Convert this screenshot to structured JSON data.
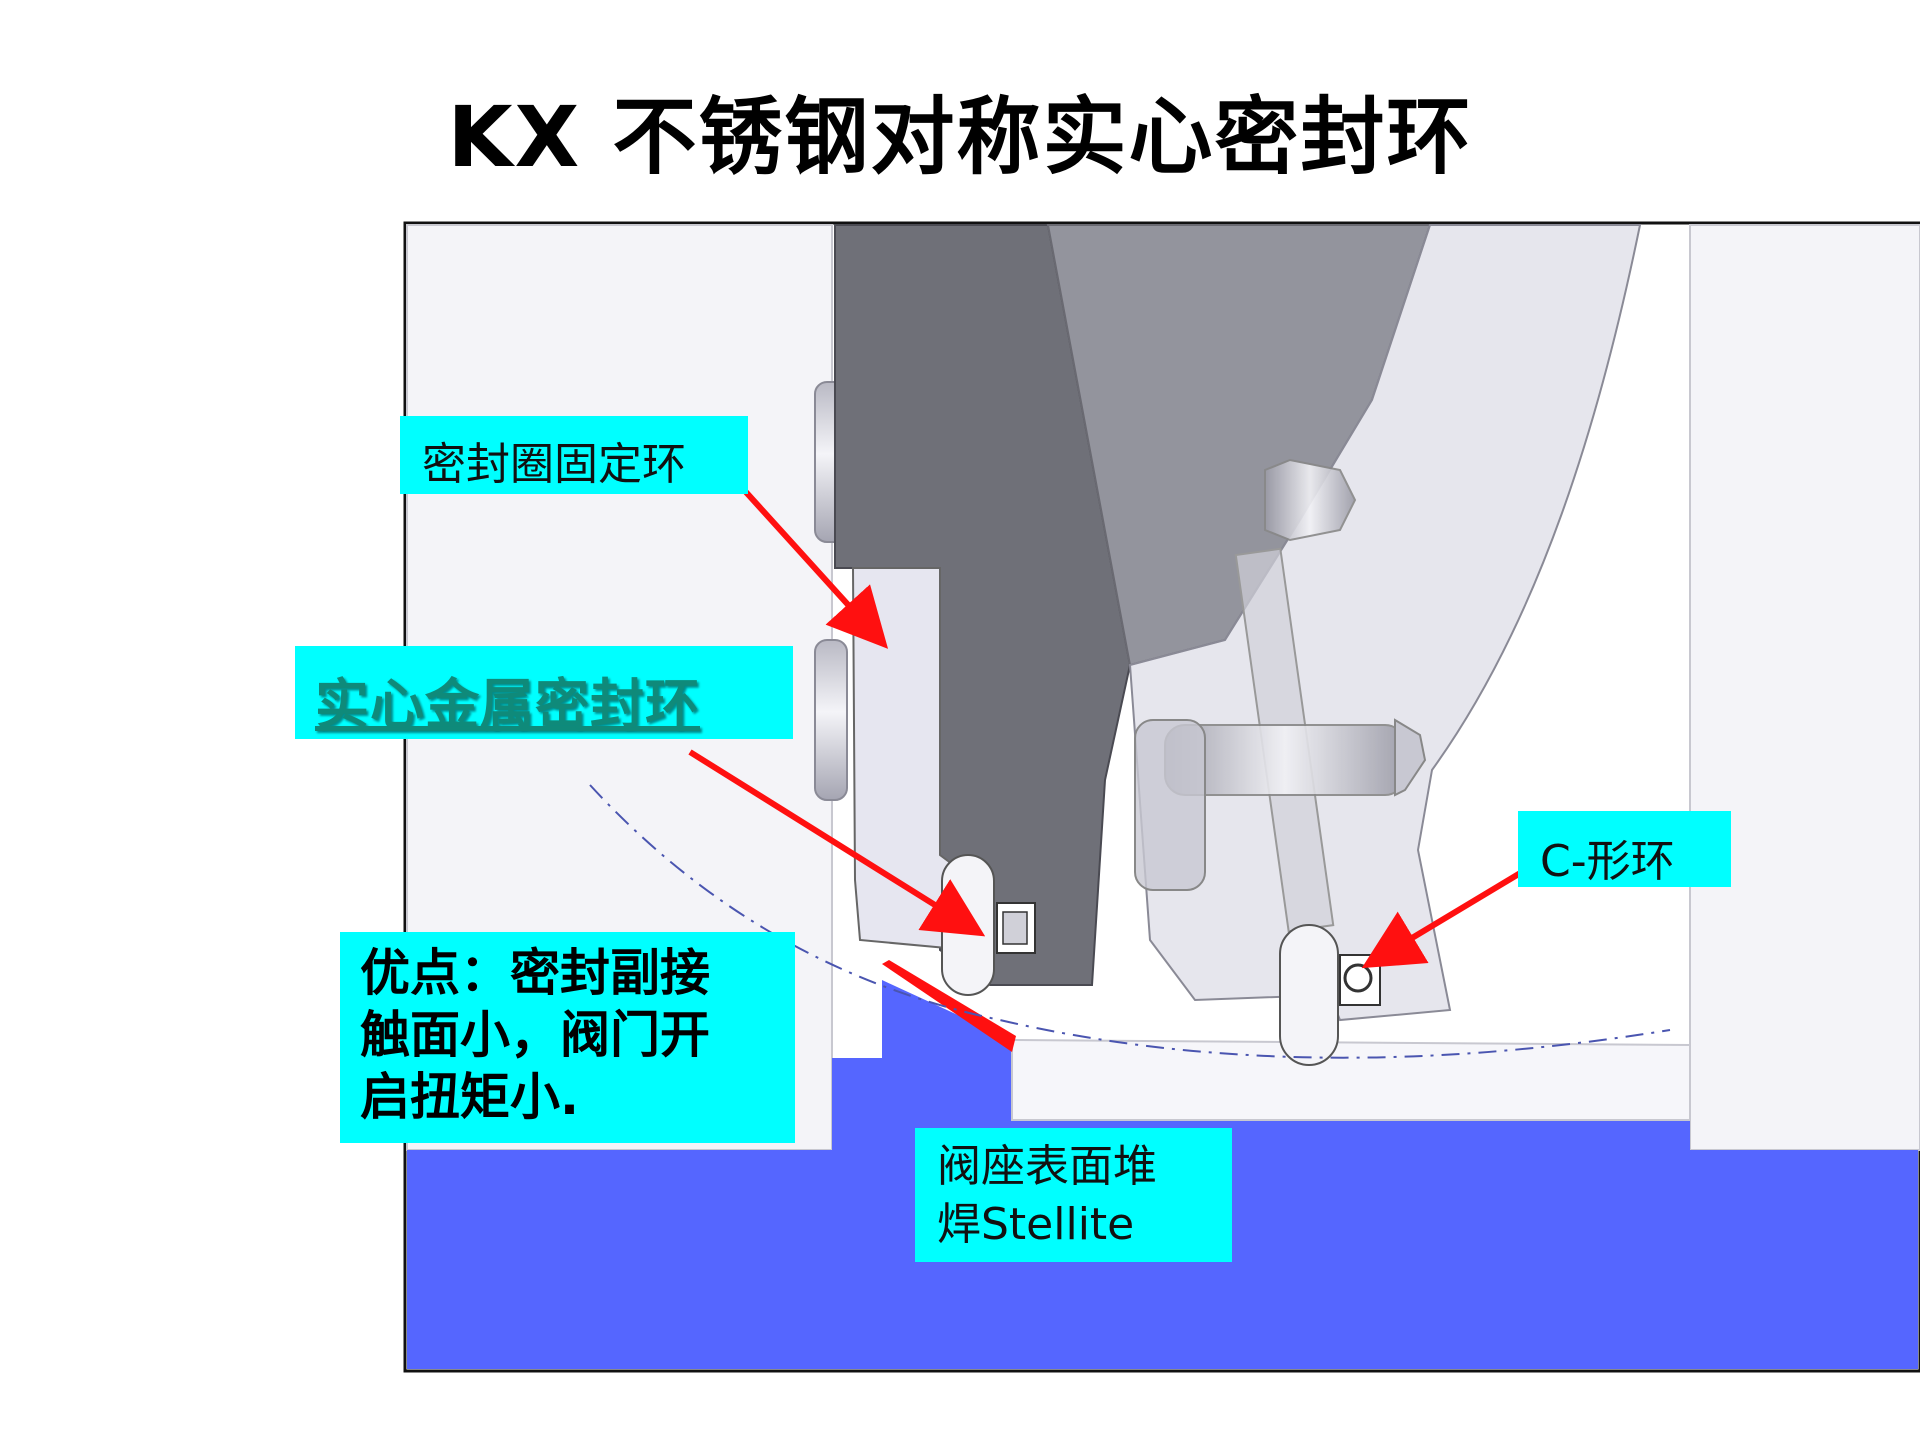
{
  "title": "KX 不锈钢对称实心密封环",
  "labels": {
    "retainer_ring": "密封圈固定环",
    "solid_metal_seal_ring": "实心金属密封环",
    "c_ring": "C-形环",
    "advantage": [
      "优点：密封副接",
      "触面小，阀门开",
      "启扭矩小."
    ],
    "seat_surface": [
      "阀座表面堆",
      "焊Stellite"
    ]
  },
  "colors": {
    "label_bg": "#00ffff",
    "arrow": "#ff1010",
    "seat_body": "#5566ff",
    "stellite_overlay": "#ff1010",
    "dark_part": "#6f7078",
    "mid_part": "#90919a",
    "light_part": "#e4e4ee"
  }
}
